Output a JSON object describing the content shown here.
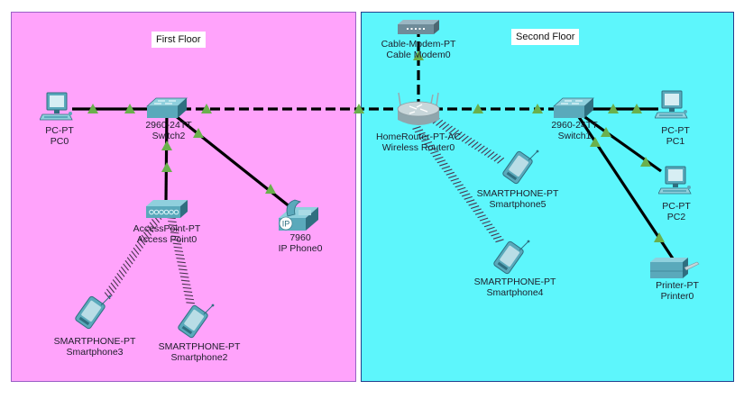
{
  "zones": [
    {
      "id": "first",
      "label": "First Floor",
      "fill": "#ffa3fb",
      "border": "#9b5fc6"
    },
    {
      "id": "second",
      "label": "Second Floor",
      "fill": "#5df6fc",
      "border": "#23408e"
    }
  ],
  "colors": {
    "link": "#000000",
    "link_indicator": "#6ab04c",
    "device_body": "#5aa9bb",
    "device_dark": "#2f7a8c"
  },
  "devices": [
    {
      "id": "pc0",
      "type": "PC-PT",
      "name": "PC0",
      "icon": "pc-icon"
    },
    {
      "id": "switch2",
      "type": "2960-24TT",
      "name": "Switch2",
      "icon": "switch-icon"
    },
    {
      "id": "ap0",
      "type": "AccessPoint-PT",
      "name": "Access Point0",
      "icon": "access-point-icon"
    },
    {
      "id": "ipphone0",
      "type": "7960",
      "name": "IP Phone0",
      "icon": "ip-phone-icon",
      "badge": "IP"
    },
    {
      "id": "sp3",
      "type": "SMARTPHONE-PT",
      "name": "Smartphone3",
      "icon": "smartphone-icon"
    },
    {
      "id": "sp2",
      "type": "SMARTPHONE-PT",
      "name": "Smartphone2",
      "icon": "smartphone-icon"
    },
    {
      "id": "modem0",
      "type": "Cable-Modem-PT",
      "name": "Cable Modem0",
      "icon": "cable-modem-icon"
    },
    {
      "id": "router0",
      "type": "HomeRouter-PT-AC",
      "name": "Wireless Router0",
      "icon": "wireless-router-icon"
    },
    {
      "id": "sp5",
      "type": "SMARTPHONE-PT",
      "name": "Smartphone5",
      "icon": "smartphone-icon"
    },
    {
      "id": "sp4",
      "type": "SMARTPHONE-PT",
      "name": "Smartphone4",
      "icon": "smartphone-icon"
    },
    {
      "id": "switch1",
      "type": "2960-24TT",
      "name": "Switch1",
      "icon": "switch-icon"
    },
    {
      "id": "pc1",
      "type": "PC-PT",
      "name": "PC1",
      "icon": "pc-icon"
    },
    {
      "id": "pc2",
      "type": "PC-PT",
      "name": "PC2",
      "icon": "pc-icon"
    },
    {
      "id": "printer0",
      "type": "Printer-PT",
      "name": "Printer0",
      "icon": "printer-icon"
    }
  ],
  "links": [
    {
      "from": "pc0",
      "to": "switch2",
      "kind": "copper-straight",
      "status": "up"
    },
    {
      "from": "switch2",
      "to": "router0",
      "kind": "copper-cross",
      "status": "up"
    },
    {
      "from": "switch2",
      "to": "ap0",
      "kind": "copper-straight",
      "status": "up"
    },
    {
      "from": "switch2",
      "to": "ipphone0",
      "kind": "copper-straight",
      "status": "up"
    },
    {
      "from": "router0",
      "to": "modem0",
      "kind": "copper-cross",
      "status": "up"
    },
    {
      "from": "router0",
      "to": "switch1",
      "kind": "copper-cross",
      "status": "up"
    },
    {
      "from": "switch1",
      "to": "pc1",
      "kind": "copper-straight",
      "status": "up"
    },
    {
      "from": "switch1",
      "to": "pc2",
      "kind": "copper-straight",
      "status": "up"
    },
    {
      "from": "switch1",
      "to": "printer0",
      "kind": "copper-straight",
      "status": "up"
    },
    {
      "from": "ap0",
      "to": "sp3",
      "kind": "wireless"
    },
    {
      "from": "ap0",
      "to": "sp2",
      "kind": "wireless"
    },
    {
      "from": "router0",
      "to": "sp5",
      "kind": "wireless"
    },
    {
      "from": "router0",
      "to": "sp4",
      "kind": "wireless"
    }
  ]
}
